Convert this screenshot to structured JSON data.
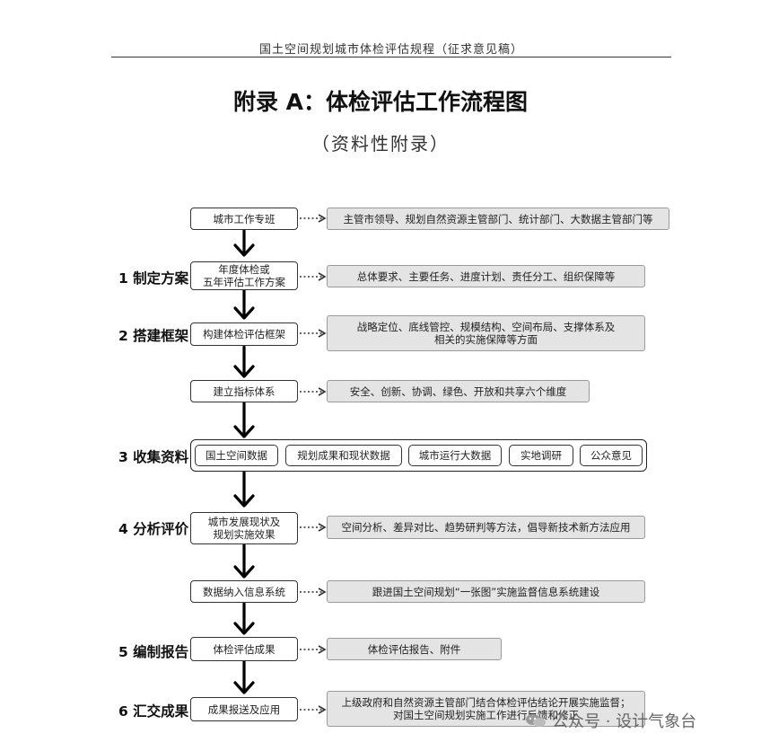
{
  "header": "国土空间规划城市体检评估规程（征求意见稿）",
  "title": "附录 A：体检评估工作流程图",
  "subtitle": "（资料性附录）",
  "stages": {
    "s1": "1 制定方案",
    "s2": "2 搭建框架",
    "s3": "3 收集资料",
    "s4": "4 分析评价",
    "s5": "5 编制报告",
    "s6": "6 汇交成果"
  },
  "nodes": {
    "n1": "城市工作专班",
    "n2": "年度体检或\n五年评估工作方案",
    "n3": "构建体检评估框架",
    "n4": "建立指标体系",
    "n5": "城市发展现状及\n规划实施效果",
    "n6": "数据纳入信息系统",
    "n7": "体检评估成果",
    "n8": "成果报送及应用"
  },
  "descs": {
    "d1": "主管市领导、规划自然资源主管部门、统计部门、大数据主管部门等",
    "d2": "总体要求、主要任务、进度计划、责任分工、组织保障等",
    "d3": "战略定位、底线管控、规模结构、空间布局、支撑体系及\n相关的实施保障等方面",
    "d4": "安全、创新、协调、绿色、开放和共享六个维度",
    "d5": "空间分析、差异对比、趋势研判等方法，倡导新技术新方法应用",
    "d6": "跟进国土空间规划“一张图”实施监督信息系统建设",
    "d7": "体检评估报告、附件",
    "d8": "上级政府和自然资源主管部门结合体检评估结论开展实施监督；\n对国土空间规划实施工作进行反馈和修正"
  },
  "sources": [
    "国土空间数据",
    "规划成果和现状数据",
    "城市运行大数据",
    "实地调研",
    "公众意见"
  ],
  "watermark": "公众号 · 设计气象台"
}
